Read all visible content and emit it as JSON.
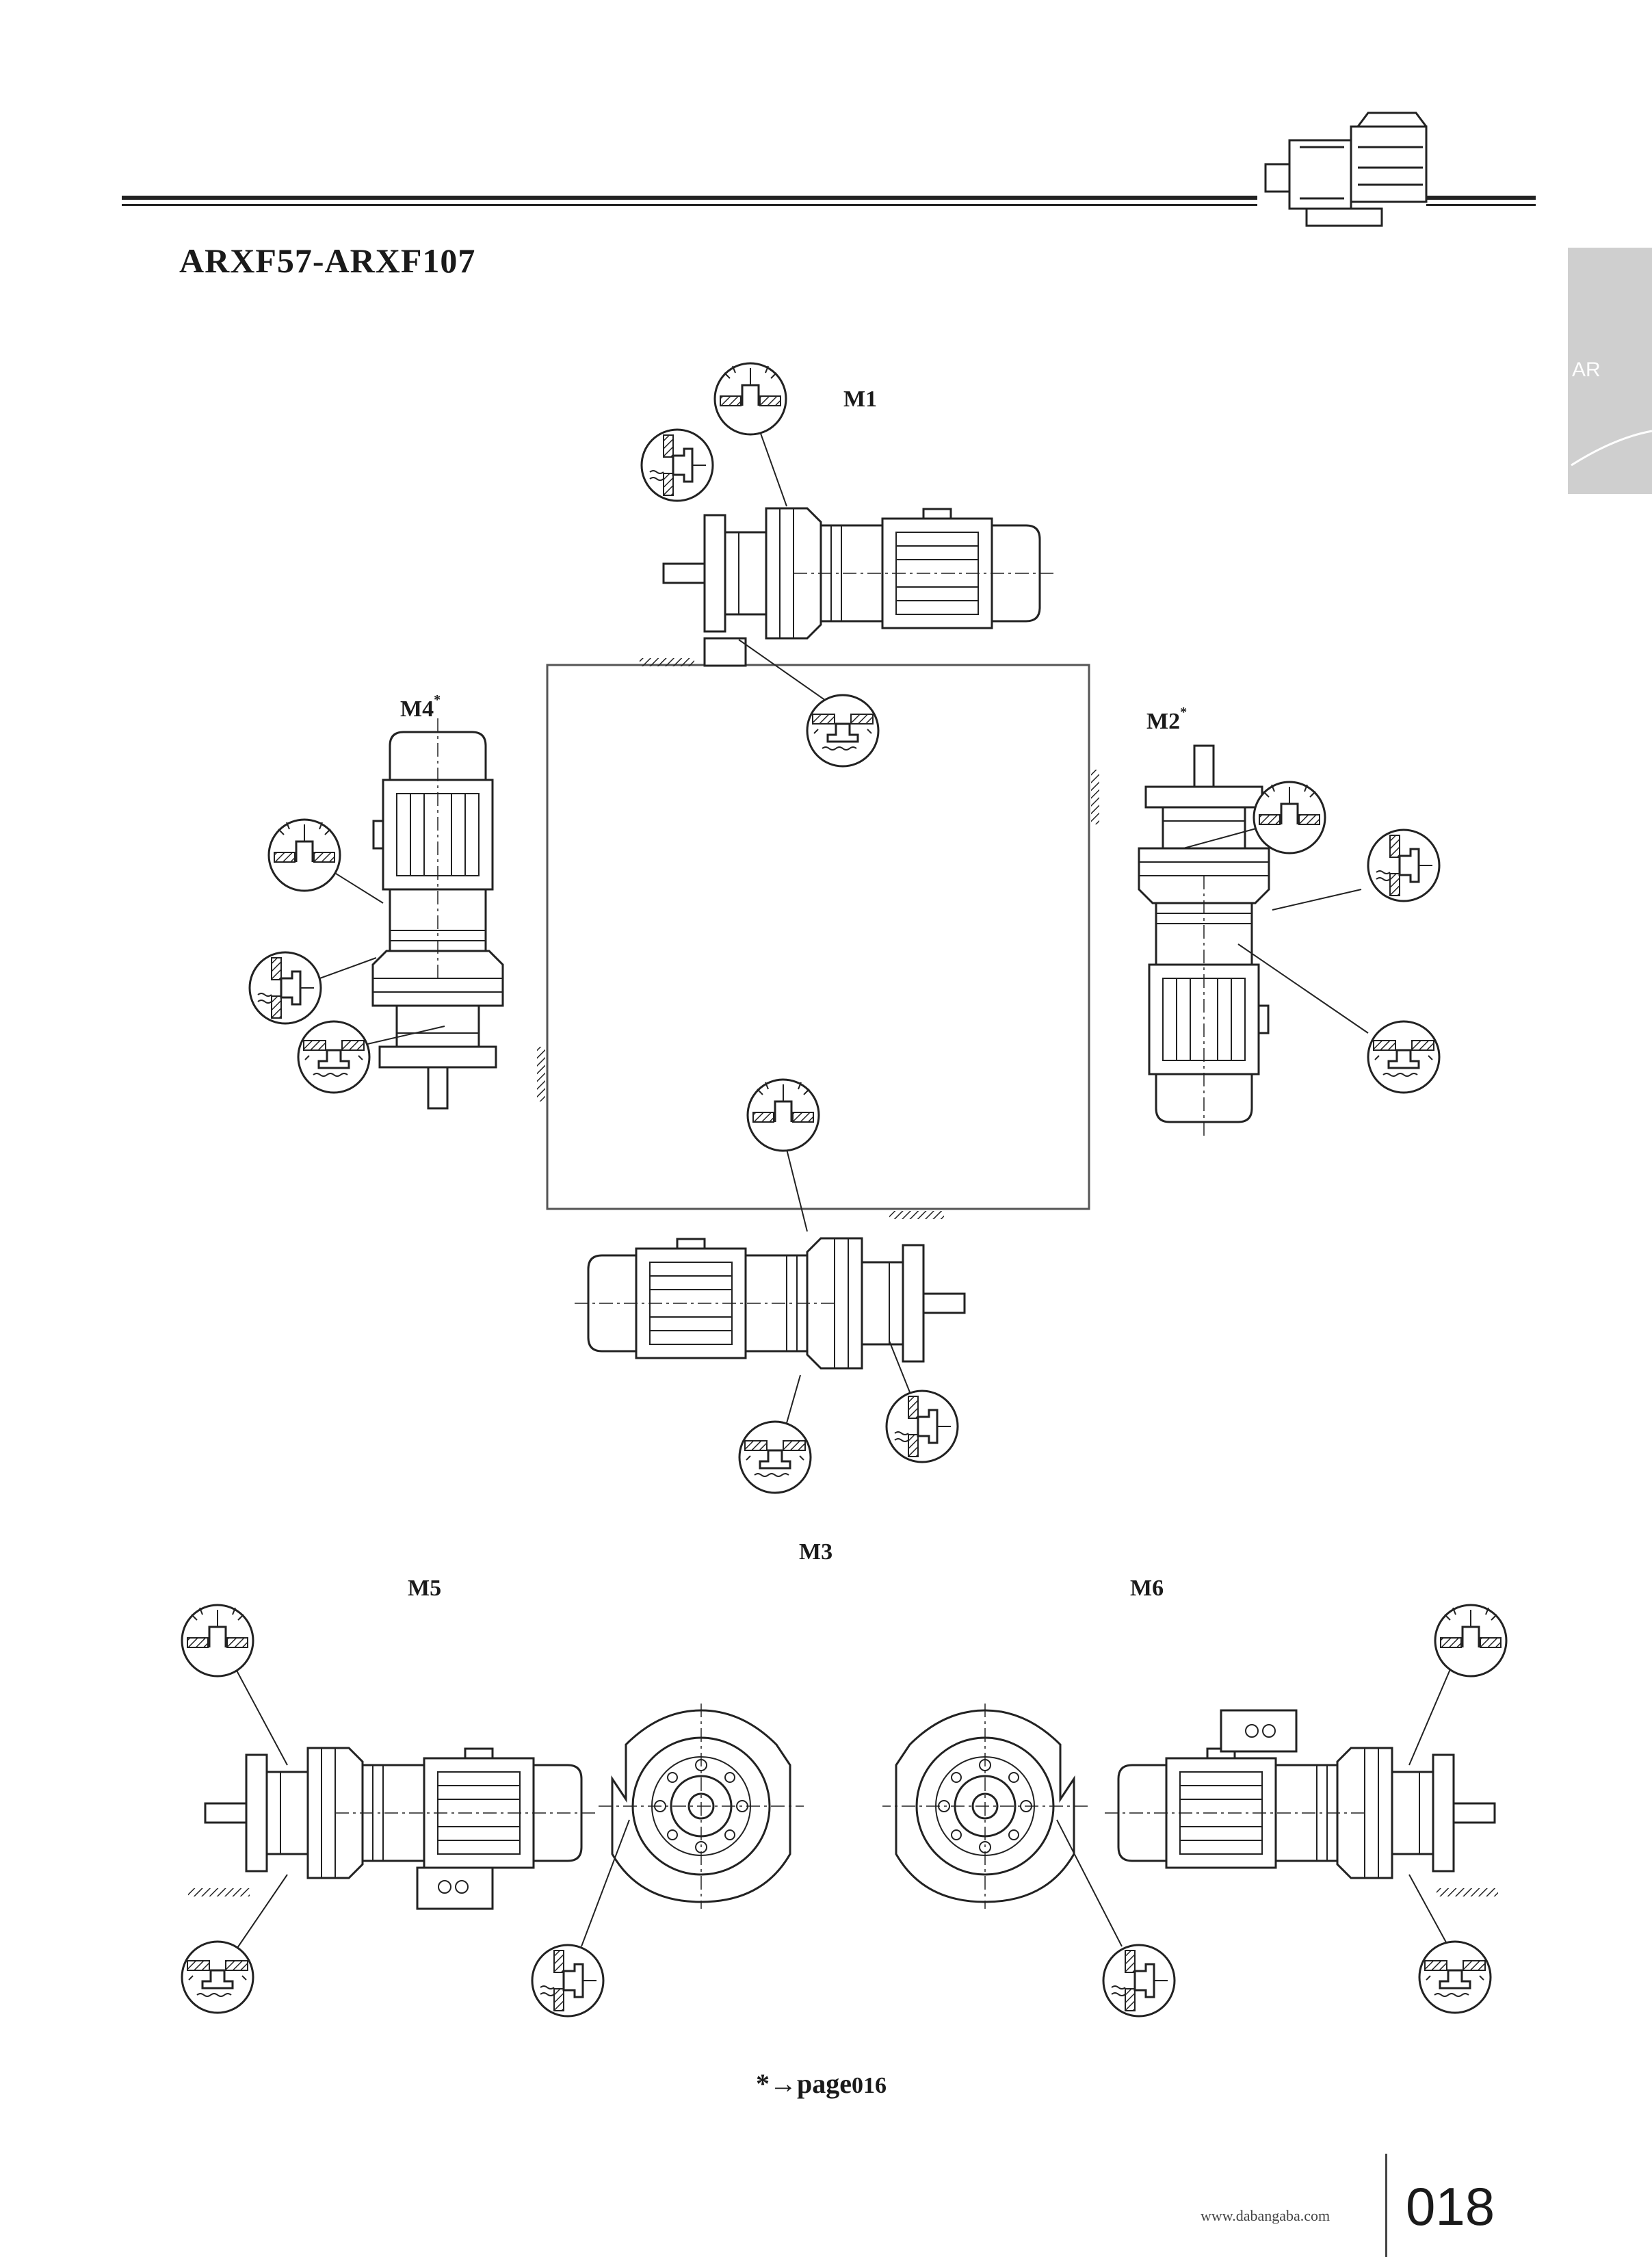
{
  "header": {
    "model_range": "ARXF57-ARXF107"
  },
  "side_tab": {
    "label": "AR"
  },
  "positions": {
    "m1": "M1",
    "m2": "M2",
    "m2_mark": "*",
    "m3": "M3",
    "m4": "M4",
    "m4_mark": "*",
    "m5": "M5",
    "m6": "M6"
  },
  "footnote": {
    "text": "*→page",
    "page": "016"
  },
  "footer": {
    "website": "www.dabangaba.com",
    "page_number": "018"
  }
}
